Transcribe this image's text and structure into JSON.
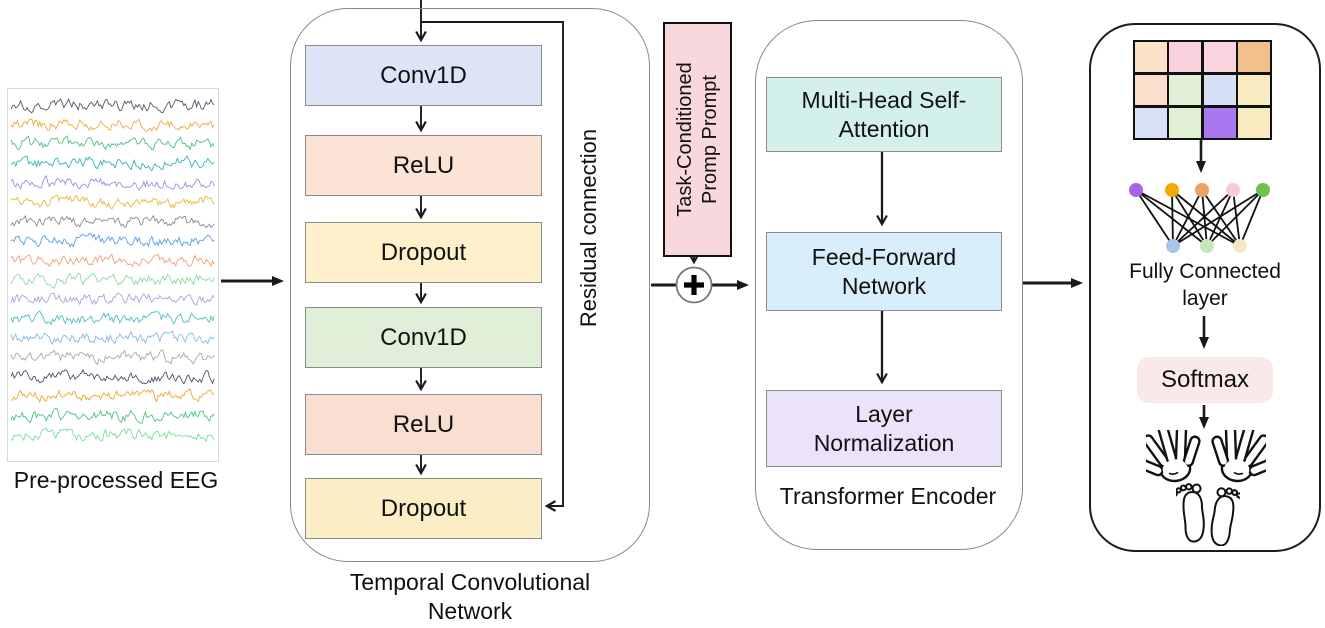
{
  "diagram": {
    "eeg": {
      "label": "Pre-processed EEG",
      "trace_colors": [
        "#4e5a6a",
        "#f2a93b",
        "#53bd8b",
        "#35b5b0",
        "#9d8fe0",
        "#e8b93c",
        "#8c8c94",
        "#55a0e8",
        "#efa17a",
        "#8fd9a8",
        "#afa0e3",
        "#4fbfbb",
        "#85b8e8",
        "#a8a8b0",
        "#49536b",
        "#f0a832",
        "#4ec183",
        "#7bdd9e"
      ]
    },
    "tcn": {
      "title_lines": [
        "Temporal Convolutional",
        "Network"
      ],
      "residual_label": "Residual connection",
      "layers": [
        {
          "label": "Conv1D",
          "color": "#dce4f5"
        },
        {
          "label": "ReLU",
          "color": "#fbe4d5"
        },
        {
          "label": "Dropout",
          "color": "#fdf0cb"
        },
        {
          "label": "Conv1D",
          "color": "#e0f0d8"
        },
        {
          "label": "ReLU",
          "color": "#f9ded2"
        },
        {
          "label": "Dropout",
          "color": "#fbeec6"
        }
      ]
    },
    "prompt": {
      "lines": [
        "Task-Conditioned",
        "Promp Prompt"
      ],
      "color": "#f8d7dd",
      "plus": "+"
    },
    "transformer": {
      "title": "Transformer Encoder",
      "blocks": [
        {
          "lines": [
            "Multi-Head Self-",
            "Attention"
          ],
          "color": "#d4f0ea"
        },
        {
          "lines": [
            "Feed-Forward",
            "Network"
          ],
          "color": "#d9eefb"
        },
        {
          "lines": [
            "Layer",
            "Normalization"
          ],
          "color": "#eae3f9"
        }
      ]
    },
    "head": {
      "grid_rows": [
        [
          "#fae1c8",
          "#f8d2dc",
          "#f8d5df",
          "#f2c08c"
        ],
        [
          "#fae0cc",
          "#dff0d5",
          "#d5e0f5",
          "#faebc2"
        ],
        [
          "#d8e1f5",
          "#dff0d5",
          "#a878f0",
          "#f8ebc0"
        ]
      ],
      "fc_label_lines": [
        "Fully Connected",
        "layer"
      ],
      "top_dot_colors": [
        "#a864e8",
        "#f5a800",
        "#f0a060",
        "#f8cbd8",
        "#6cc24a"
      ],
      "bottom_dot_colors": [
        "#a8c4e8",
        "#c8e6b8",
        "#f5e8c0"
      ],
      "softmax": {
        "label": "Softmax",
        "color": "#f9e9e9"
      },
      "output_icons": [
        "left-hand-icon",
        "right-hand-icon",
        "left-foot-icon",
        "right-foot-icon"
      ]
    }
  }
}
